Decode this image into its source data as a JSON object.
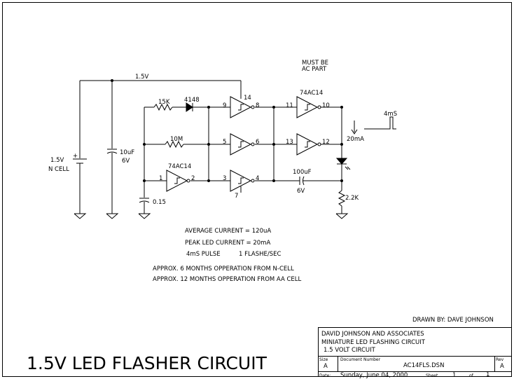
{
  "title": "1.5V LED FLASHER CIRCUIT",
  "drawn_by": "DRAWN BY: DAVE JOHNSON",
  "title_block": {
    "company": "DAVID JOHNSON AND ASSOCIATES",
    "line2": "MINIATURE LED FLASHING CIRCUIT",
    "line3": "1.5 VOLT CIRCUIT",
    "size_label": "Size",
    "size_value": "A",
    "doc_label": "Document Number",
    "doc_value": "AC14FLS.DSN",
    "rev_label": "Rev",
    "rev_value": "A",
    "date_label": "Date:",
    "date_value": "Sunday, June 04, 2000",
    "sheet_label": "Sheet",
    "sheet_value": "1",
    "of_label": "of",
    "of_value": "1"
  },
  "labels": {
    "supply": "1.5V",
    "battery_v": "1.5V",
    "battery_type": "N CELL",
    "plus": "+",
    "cap_10uf": "10uF",
    "cap_10uf_v": "6V",
    "r_15k": "15K",
    "d_4148": "4148",
    "r_10m": "10M",
    "ic_left": "74AC14",
    "cap_015": "0.15",
    "must_be_1": "MUST BE",
    "must_be_2": "AC PART",
    "ic_right": "74AC14",
    "pin1": "1",
    "pin2": "2",
    "pin3": "3",
    "pin4": "4",
    "pin5": "5",
    "pin6": "6",
    "pin7": "7",
    "pin8": "8",
    "pin9": "9",
    "pin10": "10",
    "pin11": "11",
    "pin12": "12",
    "pin13": "13",
    "pin14": "14",
    "cap_100uf": "100uF",
    "cap_100uf_v": "6V",
    "r_22k": "2.2K",
    "led_current": "20mA",
    "pulse": "4mS"
  },
  "notes": {
    "n1": "AVERAGE CURRENT = 120uA",
    "n2": "PEAK LED CURRENT = 20mA",
    "n3a": "4mS PULSE",
    "n3b": "1 FLASHE/SEC",
    "n4": "APPROX. 6 MONTHS OPPERATION FROM N-CELL",
    "n5": "APPROX. 12 MONTHS OPPERATION FROM AA CELL"
  }
}
